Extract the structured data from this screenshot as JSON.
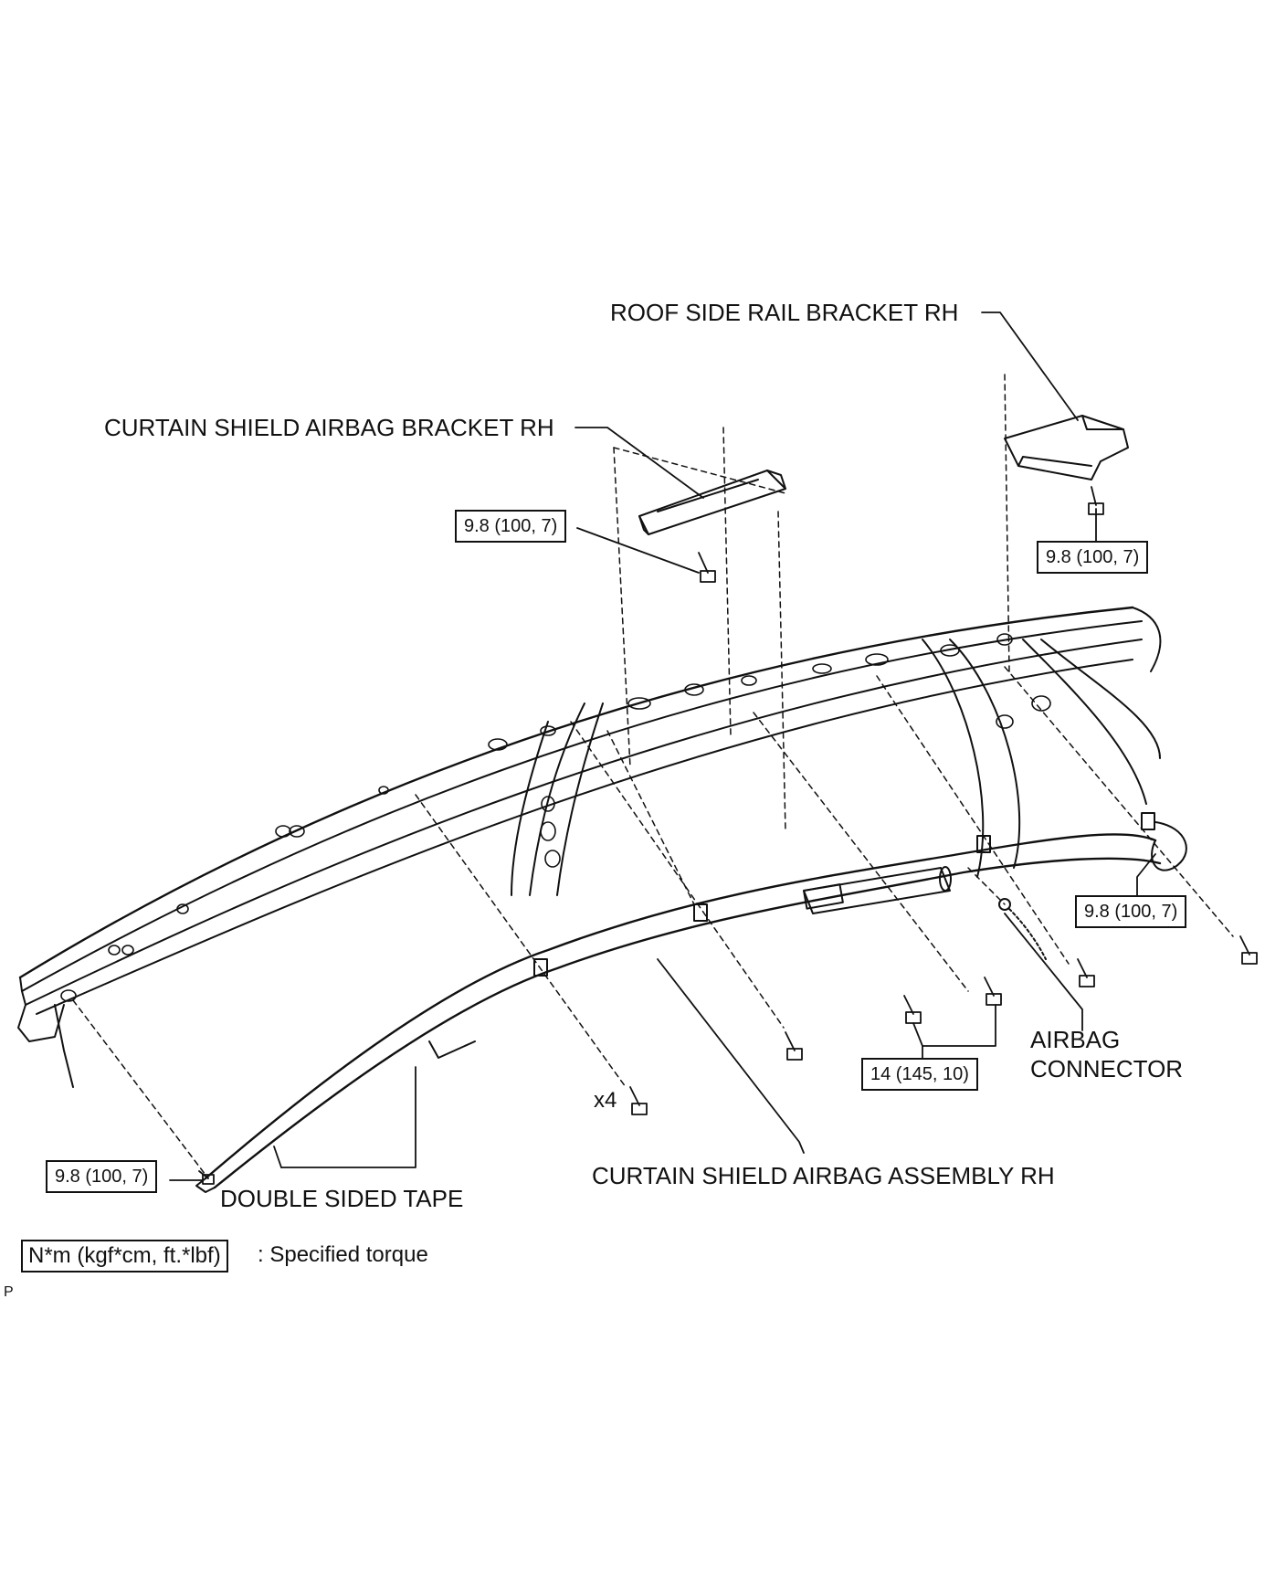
{
  "labels": {
    "roof_side_rail_bracket": "ROOF SIDE RAIL BRACKET RH",
    "curtain_bracket": "CURTAIN SHIELD AIRBAG BRACKET RH",
    "airbag_connector_line1": "AIRBAG",
    "airbag_connector_line2": "CONNECTOR",
    "curtain_assembly": "CURTAIN SHIELD AIRBAG ASSEMBLY RH",
    "double_sided_tape": "DOUBLE SIDED TAPE",
    "bolt_count": "x4"
  },
  "torques": {
    "bracket_bolt": "9.8 (100, 7)",
    "roof_bracket_bolt": "9.8 (100, 7)",
    "rear_bolt": "9.8 (100, 7)",
    "front_bolt": "9.8 (100, 7)",
    "center_bolts": "14 (145, 10)"
  },
  "legend": {
    "unit": "N*m (kgf*cm, ft.*lbf)",
    "description": ": Specified torque"
  },
  "corner_mark": "P"
}
